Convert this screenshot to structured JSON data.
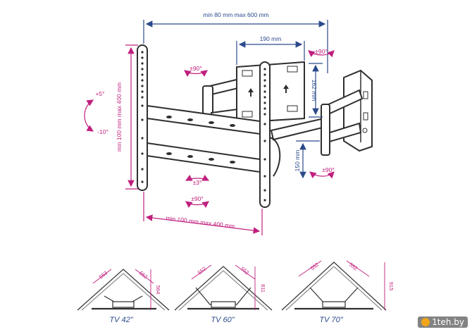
{
  "main_view": {
    "top_width": "min 80 mm max 600 mm",
    "bracket_width": "190 mm",
    "rot_top_right": "±90°",
    "rot_top_left": "±90°",
    "plate_height": "162 mm",
    "arm_drop": "150 mm",
    "rot_right_bottom": "±90°",
    "tilt_up": "+5°",
    "tilt_down": "-10°",
    "vesa_vertical": "min 100 mm max 400 mm",
    "swivel_small": "±3°",
    "rot_bottom": "±90°",
    "vesa_horizontal": "min 100 mm max 400 mm"
  },
  "corner_views": [
    {
      "tv": "TV 42\"",
      "left": "553",
      "right": "552",
      "depth": "564"
    },
    {
      "tv": "TV 60\"",
      "left": "552",
      "right": "552",
      "depth": "811"
    },
    {
      "tv": "TV 70\"",
      "left": "552",
      "right": "552",
      "depth": "915"
    }
  ],
  "watermark": "1teh.by",
  "colors": {
    "dimension_blue": "#2b4a8b",
    "rotation_magenta": "#c0207e",
    "metal": "#3a3a3a"
  }
}
